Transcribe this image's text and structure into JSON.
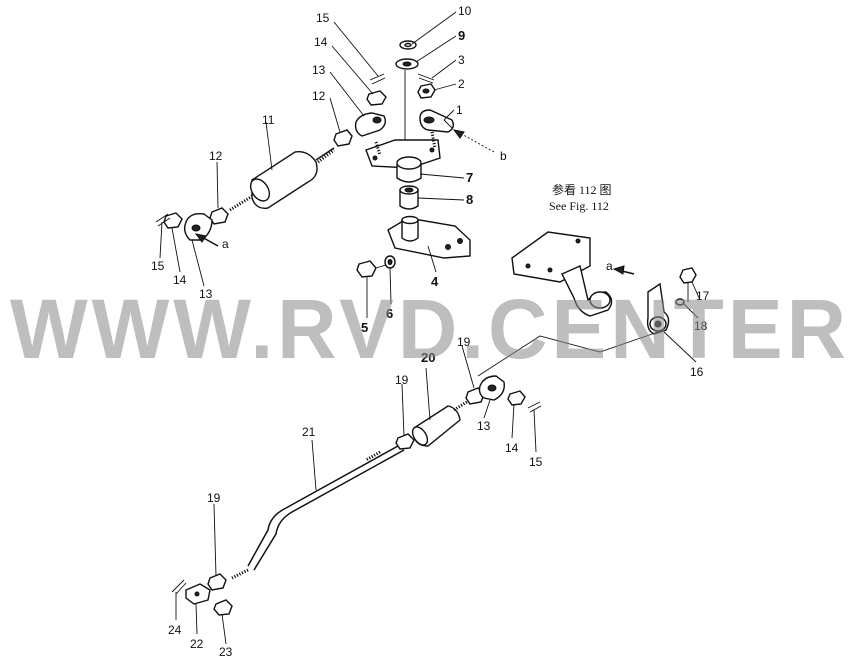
{
  "reference": {
    "cn": "参看 112 图",
    "en": "See Fig. 112"
  },
  "watermark": "WWW.RVD.CENTER",
  "arrows": {
    "a_left": "a",
    "b": "b",
    "a_right": "a"
  },
  "callouts": {
    "p10": "10",
    "p9": "9",
    "p3": "3",
    "p2": "2",
    "p1": "1",
    "p15_top": "15",
    "p14_top": "14",
    "p13_top": "13",
    "p12_top": "12",
    "p11": "11",
    "p12_left": "12",
    "p7": "7",
    "p8": "8",
    "p4": "4",
    "p5": "5",
    "p6": "6",
    "p15_left": "15",
    "p14_left": "14",
    "p13_left": "13",
    "p17": "17",
    "p18": "18",
    "p16": "16",
    "p20": "20",
    "p19_top": "19",
    "p19_mid": "19",
    "p13_right": "13",
    "p14_right": "14",
    "p15_right": "15",
    "p21": "21",
    "p19_bottom": "19",
    "p24": "24",
    "p22": "22",
    "p23": "23"
  }
}
